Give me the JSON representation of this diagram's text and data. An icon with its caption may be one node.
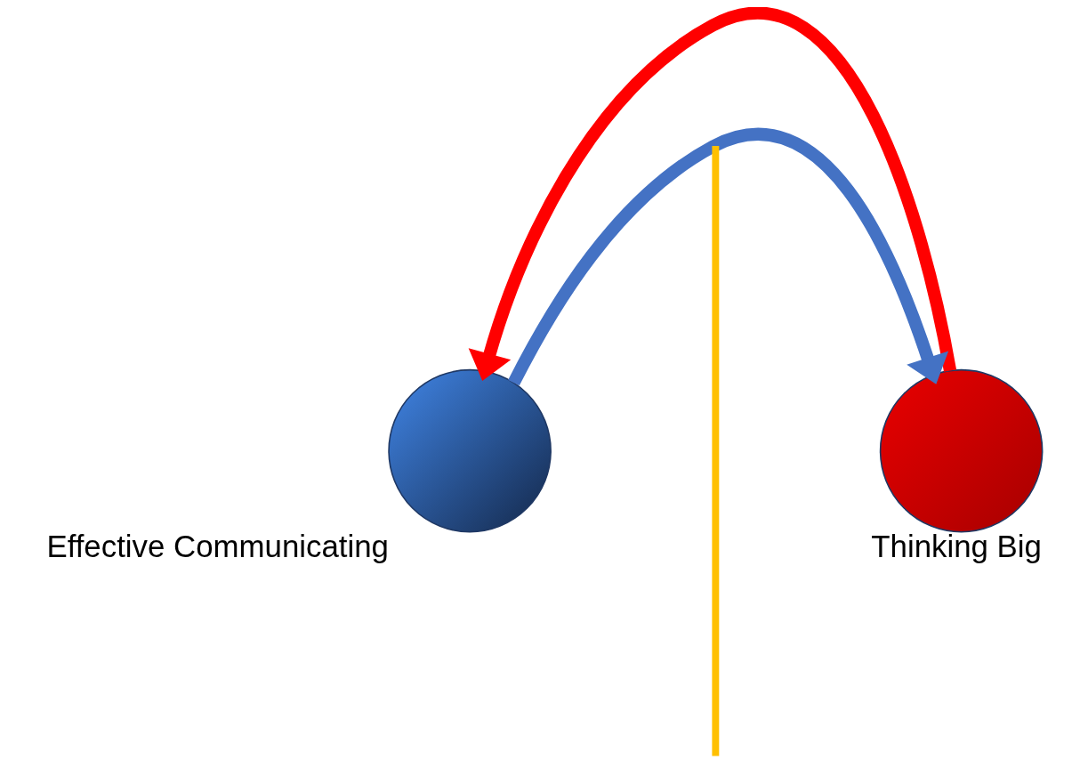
{
  "diagram": {
    "nodes": [
      {
        "text": [],
        "shape": "circle",
        "beside": [
          "Thinking Big"
        ]
      },
      {
        "text": [],
        "shape": "circle",
        "beside": [
          "Effective Communicating"
        ]
      }
    ],
    "edges": [
      {
        "from": 0,
        "to": 1,
        "arrow": "to",
        "color": "#ff0000"
      },
      {
        "from": 1,
        "to": 0,
        "arrow": "to",
        "color": "#4472c4"
      }
    ]
  }
}
